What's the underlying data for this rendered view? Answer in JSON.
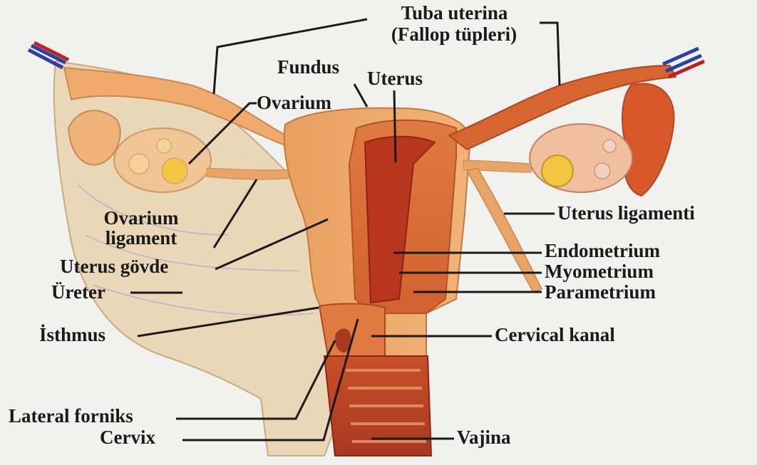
{
  "labels": {
    "tuba_uterina": "Tuba uterina",
    "fallop": "(Fallop tüpleri)",
    "fundus": "Fundus",
    "uterus": "Uterus",
    "ovarium": "Ovarium",
    "ovarium_ligament_1": "Ovarium",
    "ovarium_ligament_2": "ligament",
    "uterus_govde": "Uterus gövde",
    "ureter": "Üreter",
    "isthmus": "İsthmus",
    "lateral_forniks": "Lateral forniks",
    "cervix": "Cervix",
    "uterus_ligamenti": "Uterus ligamenti",
    "endometrium": "Endometrium",
    "myometrium": "Myometrium",
    "parametrium": "Parametrium",
    "cervical_kanal": "Cervical kanal",
    "vajina": "Vajina"
  },
  "colors": {
    "background": "#f1f1ef",
    "peritoneum": "#ead7b8",
    "uterus_outer": "#e99a52",
    "myometrium": "#d86c3a",
    "endometrium": "#b8361e",
    "tube": "#de7a3e",
    "ovary": "#f0c493",
    "follicle": "#f2c640",
    "leader_line": "#1a1a1a"
  }
}
